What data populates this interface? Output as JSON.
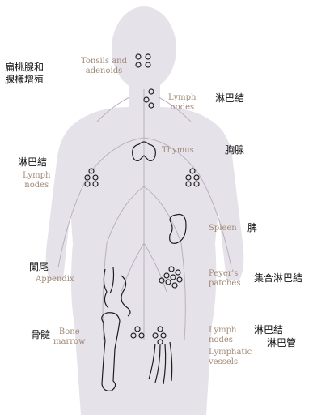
{
  "colors": {
    "silhouette": "#e6e2ea",
    "vessel": "#b9b0c2",
    "organ_stroke": "#1e1e1e",
    "english_label": "#a08a78",
    "chinese_label": "#111111",
    "background": "#ffffff"
  },
  "labels": {
    "tonsils": {
      "cn": [
        "扁桃腺和",
        "腺樣增殖"
      ],
      "en": [
        "Tonsils and",
        "adenoids"
      ]
    },
    "neck_lymph_nodes": {
      "cn": [
        "淋巴結"
      ],
      "en": [
        "Lymph",
        "nodes"
      ]
    },
    "thymus": {
      "cn": [
        "胸腺"
      ],
      "en": [
        "Thymus"
      ]
    },
    "armpit_lymph_nodes": {
      "cn": [
        "淋巴結"
      ],
      "en": [
        "Lymph",
        "nodes"
      ]
    },
    "spleen": {
      "cn": [
        "脾"
      ],
      "en": [
        "Spleen"
      ]
    },
    "peyers_patches": {
      "cn": [
        "集合淋巴結"
      ],
      "en": [
        "Peyer's",
        "patches"
      ]
    },
    "appendix": {
      "cn": [
        "闌尾"
      ],
      "en": [
        "Appendix"
      ]
    },
    "groin_lymph_nodes": {
      "cn": [
        "淋巴結"
      ],
      "en": [
        "Lymph",
        "nodes"
      ]
    },
    "lymphatic_vessels": {
      "cn": [
        "淋巴管"
      ],
      "en": [
        "Lymphatic",
        "vessels"
      ]
    },
    "bone_marrow": {
      "cn": [
        "骨髓"
      ],
      "en": [
        "Bone",
        "marrow"
      ]
    }
  }
}
